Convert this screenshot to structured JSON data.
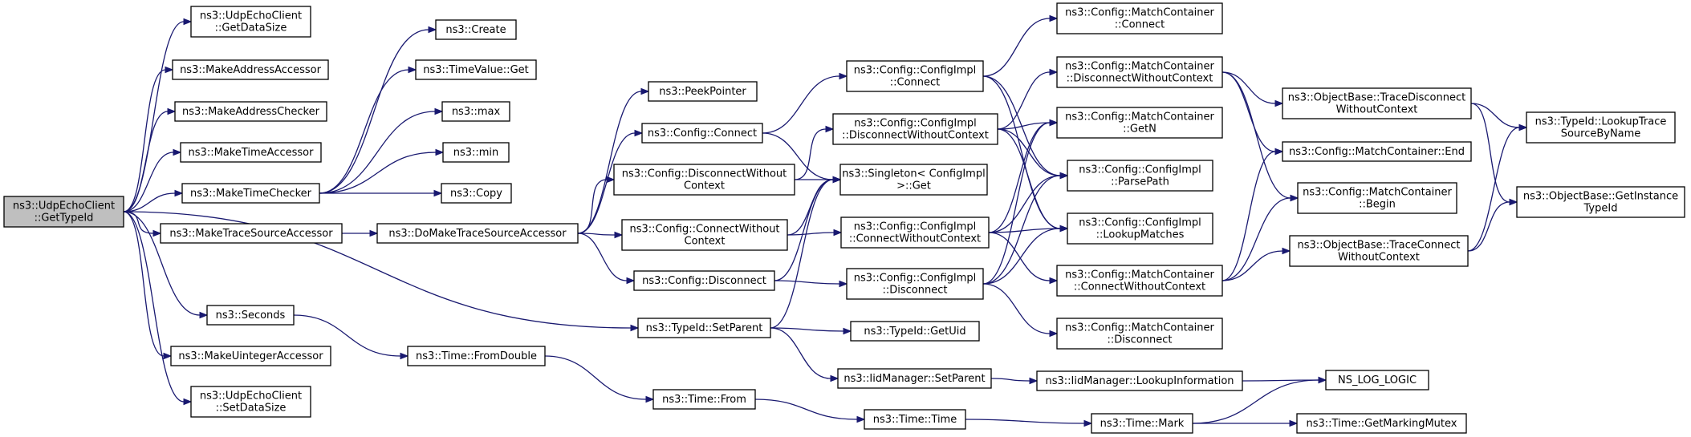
{
  "graph": {
    "title": "",
    "nodes": [
      {
        "id": "root",
        "lines": [
          "ns3::UdpEchoClient",
          "::GetTypeId"
        ],
        "root": true
      },
      {
        "id": "getDataSize",
        "lines": [
          "ns3::UdpEchoClient",
          "::GetDataSize"
        ]
      },
      {
        "id": "makeAddrAcc",
        "lines": [
          "ns3::MakeAddressAccessor"
        ]
      },
      {
        "id": "makeAddrChk",
        "lines": [
          "ns3::MakeAddressChecker"
        ]
      },
      {
        "id": "makeTimeAcc",
        "lines": [
          "ns3::MakeTimeAccessor"
        ]
      },
      {
        "id": "makeTimeChk",
        "lines": [
          "ns3::MakeTimeChecker"
        ]
      },
      {
        "id": "makeTraceSrcAcc",
        "lines": [
          "ns3::MakeTraceSourceAccessor"
        ]
      },
      {
        "id": "seconds",
        "lines": [
          "ns3::Seconds"
        ]
      },
      {
        "id": "makeUintAcc",
        "lines": [
          "ns3::MakeUintegerAccessor"
        ]
      },
      {
        "id": "setDataSize",
        "lines": [
          "ns3::UdpEchoClient",
          "::SetDataSize"
        ]
      },
      {
        "id": "create",
        "lines": [
          "ns3::Create"
        ]
      },
      {
        "id": "timeValueGet",
        "lines": [
          "ns3::TimeValue::Get"
        ]
      },
      {
        "id": "max",
        "lines": [
          "ns3::max"
        ]
      },
      {
        "id": "min",
        "lines": [
          "ns3::min"
        ]
      },
      {
        "id": "copy",
        "lines": [
          "ns3::Copy"
        ]
      },
      {
        "id": "doMakeTSA",
        "lines": [
          "ns3::DoMakeTraceSourceAccessor"
        ]
      },
      {
        "id": "timeFromDouble",
        "lines": [
          "ns3::Time::FromDouble"
        ]
      },
      {
        "id": "peekPointer",
        "lines": [
          "ns3::PeekPointer"
        ]
      },
      {
        "id": "cfgConnect",
        "lines": [
          "ns3::Config::Connect"
        ]
      },
      {
        "id": "cfgDiscWoCtx",
        "lines": [
          "ns3::Config::DisconnectWithout",
          "Context"
        ]
      },
      {
        "id": "cfgConnWoCtx",
        "lines": [
          "ns3::Config::ConnectWithout",
          "Context"
        ]
      },
      {
        "id": "cfgDisconnect",
        "lines": [
          "ns3::Config::Disconnect"
        ]
      },
      {
        "id": "typeIdSetParent",
        "lines": [
          "ns3::TypeId::SetParent"
        ]
      },
      {
        "id": "timeFrom",
        "lines": [
          "ns3::Time::From"
        ]
      },
      {
        "id": "implConnect",
        "lines": [
          "ns3::Config::ConfigImpl",
          "::Connect"
        ]
      },
      {
        "id": "implDiscWoCtx",
        "lines": [
          "ns3::Config::ConfigImpl",
          "::DisconnectWithoutContext"
        ]
      },
      {
        "id": "singletonGet",
        "lines": [
          "ns3::Singleton< ConfigImpl",
          ">::Get"
        ]
      },
      {
        "id": "implConnWoCtx",
        "lines": [
          "ns3::Config::ConfigImpl",
          "::ConnectWithoutContext"
        ]
      },
      {
        "id": "implDisconnect",
        "lines": [
          "ns3::Config::ConfigImpl",
          "::Disconnect"
        ]
      },
      {
        "id": "typeIdGetUid",
        "lines": [
          "ns3::TypeId::GetUid"
        ]
      },
      {
        "id": "iidSetParent",
        "lines": [
          "ns3::IidManager::SetParent"
        ]
      },
      {
        "id": "timeTime",
        "lines": [
          "ns3::Time::Time"
        ]
      },
      {
        "id": "mcConnect",
        "lines": [
          "ns3::Config::MatchContainer",
          "::Connect"
        ]
      },
      {
        "id": "mcDiscWoCtx",
        "lines": [
          "ns3::Config::MatchContainer",
          "::DisconnectWithoutContext"
        ]
      },
      {
        "id": "mcGetN",
        "lines": [
          "ns3::Config::MatchContainer",
          "::GetN"
        ]
      },
      {
        "id": "implParsePath",
        "lines": [
          "ns3::Config::ConfigImpl",
          "::ParsePath"
        ]
      },
      {
        "id": "implLookup",
        "lines": [
          "ns3::Config::ConfigImpl",
          "::LookupMatches"
        ]
      },
      {
        "id": "mcConnWoCtx",
        "lines": [
          "ns3::Config::MatchContainer",
          "::ConnectWithoutContext"
        ]
      },
      {
        "id": "mcDisconnect",
        "lines": [
          "ns3::Config::MatchContainer",
          "::Disconnect"
        ]
      },
      {
        "id": "iidLookupInfo",
        "lines": [
          "ns3::IidManager::LookupInformation"
        ]
      },
      {
        "id": "timeMark",
        "lines": [
          "ns3::Time::Mark"
        ]
      },
      {
        "id": "obTraceDisc",
        "lines": [
          "ns3::ObjectBase::TraceDisconnect",
          "WithoutContext"
        ]
      },
      {
        "id": "mcEnd",
        "lines": [
          "ns3::Config::MatchContainer::End"
        ]
      },
      {
        "id": "mcBegin",
        "lines": [
          "ns3::Config::MatchContainer",
          "::Begin"
        ]
      },
      {
        "id": "obTraceConn",
        "lines": [
          "ns3::ObjectBase::TraceConnect",
          "WithoutContext"
        ]
      },
      {
        "id": "nsLogLogic",
        "lines": [
          "NS_LOG_LOGIC"
        ]
      },
      {
        "id": "getMarkingMutex",
        "lines": [
          "ns3::Time::GetMarkingMutex"
        ]
      },
      {
        "id": "lookupTrace",
        "lines": [
          "ns3::TypeId::LookupTrace",
          "SourceByName"
        ]
      },
      {
        "id": "getInstanceTypeId",
        "lines": [
          "ns3::ObjectBase::GetInstance",
          "TypeId"
        ]
      }
    ],
    "edges": [
      [
        "root",
        "getDataSize"
      ],
      [
        "root",
        "makeAddrAcc"
      ],
      [
        "root",
        "makeAddrChk"
      ],
      [
        "root",
        "makeTimeAcc"
      ],
      [
        "root",
        "makeTimeChk"
      ],
      [
        "root",
        "makeTraceSrcAcc"
      ],
      [
        "root",
        "seconds"
      ],
      [
        "root",
        "makeUintAcc"
      ],
      [
        "root",
        "setDataSize"
      ],
      [
        "root",
        "typeIdSetParent"
      ],
      [
        "makeTimeChk",
        "create"
      ],
      [
        "makeTimeChk",
        "timeValueGet"
      ],
      [
        "makeTimeChk",
        "max"
      ],
      [
        "makeTimeChk",
        "min"
      ],
      [
        "makeTimeChk",
        "copy"
      ],
      [
        "makeTraceSrcAcc",
        "doMakeTSA"
      ],
      [
        "doMakeTSA",
        "peekPointer"
      ],
      [
        "doMakeTSA",
        "cfgConnect"
      ],
      [
        "doMakeTSA",
        "cfgDiscWoCtx"
      ],
      [
        "doMakeTSA",
        "cfgConnWoCtx"
      ],
      [
        "doMakeTSA",
        "cfgDisconnect"
      ],
      [
        "seconds",
        "timeFromDouble"
      ],
      [
        "timeFromDouble",
        "timeFrom"
      ],
      [
        "timeFrom",
        "timeTime"
      ],
      [
        "timeTime",
        "timeMark"
      ],
      [
        "timeMark",
        "nsLogLogic"
      ],
      [
        "timeMark",
        "getMarkingMutex"
      ],
      [
        "cfgConnect",
        "implConnect"
      ],
      [
        "cfgConnect",
        "singletonGet"
      ],
      [
        "cfgDiscWoCtx",
        "implDiscWoCtx"
      ],
      [
        "cfgDiscWoCtx",
        "singletonGet"
      ],
      [
        "cfgConnWoCtx",
        "implConnWoCtx"
      ],
      [
        "cfgConnWoCtx",
        "singletonGet"
      ],
      [
        "cfgDisconnect",
        "implDisconnect"
      ],
      [
        "cfgDisconnect",
        "singletonGet"
      ],
      [
        "typeIdSetParent",
        "singletonGet"
      ],
      [
        "typeIdSetParent",
        "typeIdGetUid"
      ],
      [
        "typeIdSetParent",
        "iidSetParent"
      ],
      [
        "iidSetParent",
        "iidLookupInfo"
      ],
      [
        "iidLookupInfo",
        "nsLogLogic"
      ],
      [
        "implConnect",
        "mcConnect"
      ],
      [
        "implConnect",
        "implParsePath"
      ],
      [
        "implConnect",
        "implLookup"
      ],
      [
        "implDiscWoCtx",
        "mcDiscWoCtx"
      ],
      [
        "implDiscWoCtx",
        "mcGetN"
      ],
      [
        "implDiscWoCtx",
        "implParsePath"
      ],
      [
        "implDiscWoCtx",
        "implLookup"
      ],
      [
        "implConnWoCtx",
        "mcGetN"
      ],
      [
        "implConnWoCtx",
        "implParsePath"
      ],
      [
        "implConnWoCtx",
        "implLookup"
      ],
      [
        "implConnWoCtx",
        "mcConnWoCtx"
      ],
      [
        "implDisconnect",
        "mcGetN"
      ],
      [
        "implDisconnect",
        "implParsePath"
      ],
      [
        "implDisconnect",
        "implLookup"
      ],
      [
        "implDisconnect",
        "mcDisconnect"
      ],
      [
        "mcDiscWoCtx",
        "obTraceDisc"
      ],
      [
        "mcDiscWoCtx",
        "mcEnd"
      ],
      [
        "mcDiscWoCtx",
        "mcBegin"
      ],
      [
        "mcConnWoCtx",
        "mcEnd"
      ],
      [
        "mcConnWoCtx",
        "mcBegin"
      ],
      [
        "mcConnWoCtx",
        "obTraceConn"
      ],
      [
        "obTraceDisc",
        "lookupTrace"
      ],
      [
        "obTraceDisc",
        "getInstanceTypeId"
      ],
      [
        "obTraceConn",
        "lookupTrace"
      ],
      [
        "obTraceConn",
        "getInstanceTypeId"
      ]
    ]
  }
}
